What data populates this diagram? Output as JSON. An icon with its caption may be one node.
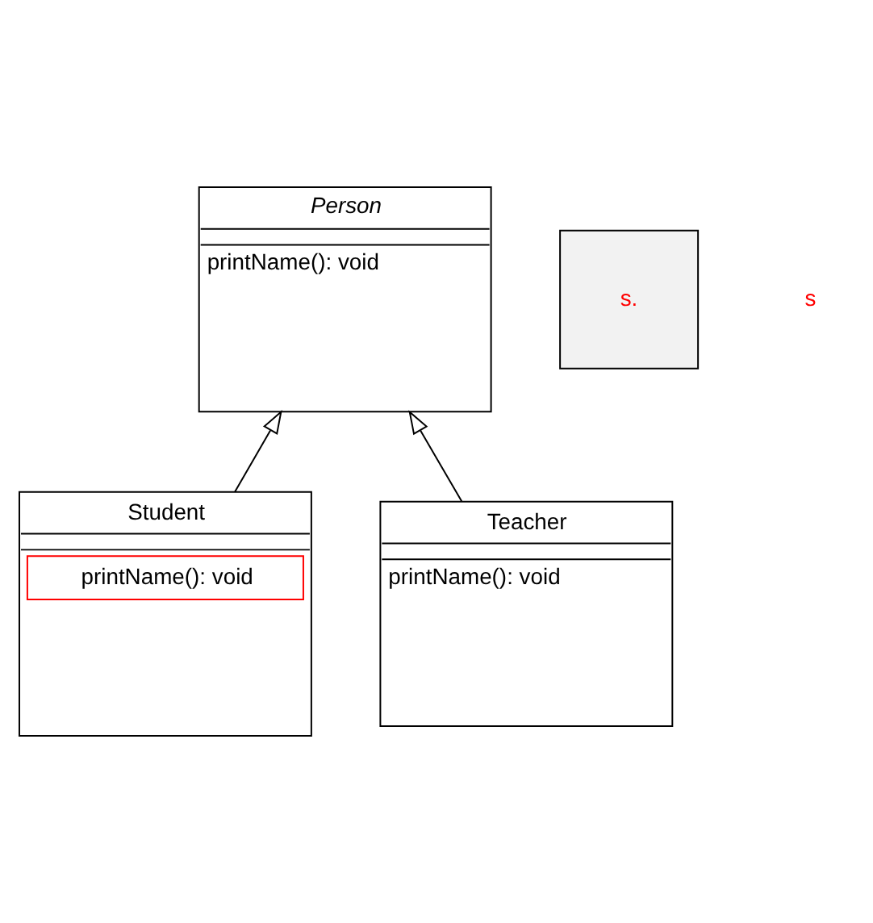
{
  "diagram": {
    "nodes": [
      {
        "text": [
          "Person",
          "printName(): void"
        ]
      },
      {
        "text": [
          "Student",
          "printName(): void"
        ]
      },
      {
        "text": [
          "Teacher",
          "printName(): void"
        ]
      },
      {
        "text": [
          "s."
        ]
      }
    ],
    "edges": [
      {
        "from": 1,
        "to": 0,
        "arrow": "to"
      },
      {
        "from": 2,
        "to": 0,
        "arrow": "to"
      }
    ],
    "labels": [
      "s"
    ]
  }
}
